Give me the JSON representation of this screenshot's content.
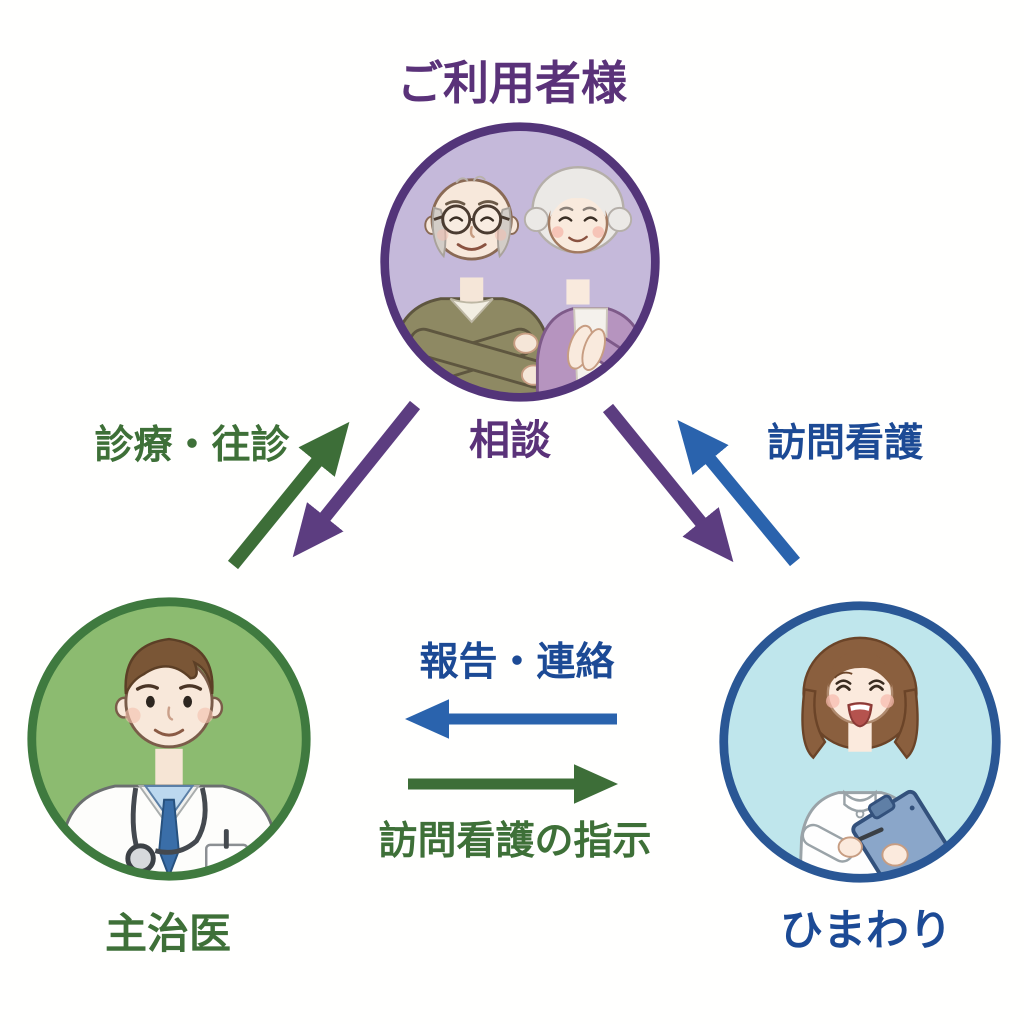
{
  "labels": {
    "client": "ご利用者様",
    "consult": "相談",
    "visit": "診療・往診",
    "homecare": "訪問看護",
    "report": "報告・連絡",
    "instruction": "訪問看護の指示",
    "doctor": "主治医",
    "nurse": "ひまわり"
  },
  "nodes": [
    {
      "id": "client",
      "label": "ご利用者様",
      "icon": "elderly-couple-illustration",
      "position": "top-center"
    },
    {
      "id": "doctor",
      "label": "主治医",
      "icon": "doctor-illustration",
      "position": "bottom-left"
    },
    {
      "id": "nurse",
      "label": "ひまわり",
      "icon": "nurse-illustration",
      "position": "bottom-right"
    }
  ],
  "arrows": [
    {
      "id": "visit-arrow",
      "label": "診療・往診",
      "color": "green",
      "from": "doctor",
      "to": "client"
    },
    {
      "id": "consult-arrow-left",
      "label": "相談",
      "color": "purple",
      "from": "client",
      "to": "doctor"
    },
    {
      "id": "consult-arrow-right",
      "label": "相談",
      "color": "purple",
      "from": "client",
      "to": "nurse"
    },
    {
      "id": "homecare-arrow",
      "label": "訪問看護",
      "color": "blue",
      "from": "nurse",
      "to": "client"
    },
    {
      "id": "report-arrow",
      "label": "報告・連絡",
      "color": "blue",
      "from": "nurse",
      "to": "doctor"
    },
    {
      "id": "instruction-arrow",
      "label": "訪問看護の指示",
      "color": "green",
      "from": "doctor",
      "to": "nurse"
    }
  ],
  "colors": {
    "purple_text": "#5a3279",
    "purple_arrow": "#5c3d80",
    "green_text": "#3e7038",
    "green_arrow": "#3d6e38",
    "blue_text": "#1c4a95",
    "blue_arrow": "#2a63ad",
    "client_circle_fill": "#c5b9da",
    "client_circle_border": "#533579",
    "doctor_circle_fill": "#8cbb70",
    "doctor_circle_border": "#3f7a3f",
    "nurse_circle_fill": "#bfe6ec",
    "nurse_circle_border": "#2a5795"
  }
}
